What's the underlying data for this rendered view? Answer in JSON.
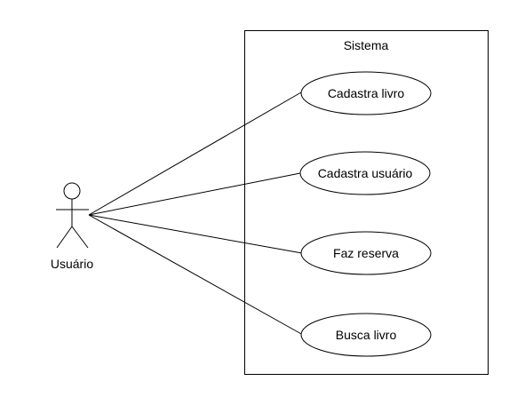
{
  "system": {
    "label": "Sistema"
  },
  "actor": {
    "label": "Usuário"
  },
  "use_cases": [
    {
      "label": "Cadastra livro"
    },
    {
      "label": "Cadastra usuário"
    },
    {
      "label": "Faz reserva"
    },
    {
      "label": "Busca livro"
    }
  ],
  "colors": {
    "stroke": "#000000",
    "background": "#ffffff"
  }
}
